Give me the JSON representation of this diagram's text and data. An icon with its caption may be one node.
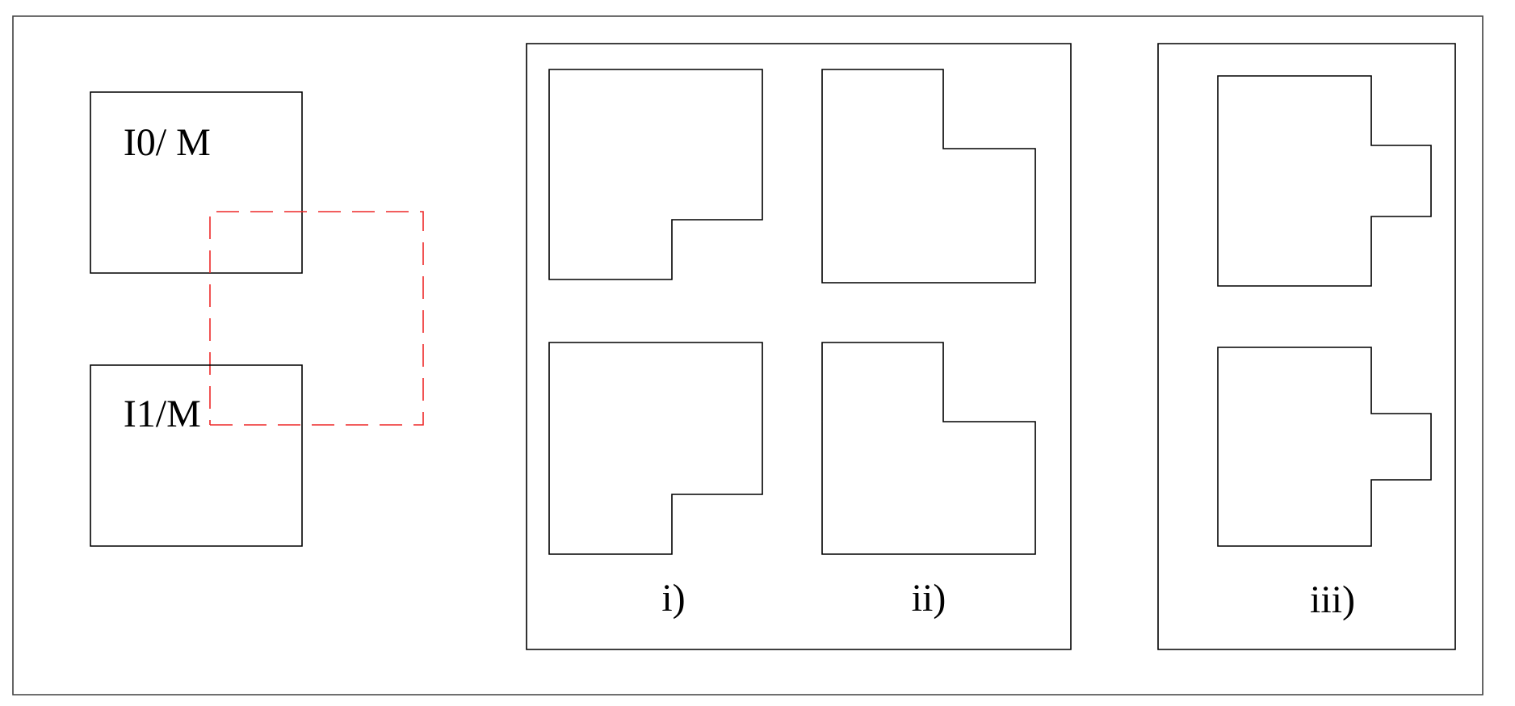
{
  "diagram": {
    "nodes": [
      {
        "text": [
          "I0/ M"
        ]
      },
      {
        "text": [],
        "shape": "box"
      },
      {
        "text": [
          "I1/M"
        ]
      },
      {
        "text": [
          "i)",
          "ii)"
        ]
      },
      {
        "text": [],
        "shape": "polygon",
        "in": 3
      },
      {
        "text": [],
        "shape": "polygon",
        "in": 3
      },
      {
        "text": [],
        "shape": "polygon",
        "in": 3
      },
      {
        "text": [],
        "shape": "polygon",
        "in": 3
      },
      {
        "text": [
          "iii)"
        ]
      },
      {
        "text": [],
        "shape": "polygon",
        "in": 8
      },
      {
        "text": [],
        "shape": "polygon",
        "in": 8
      }
    ]
  }
}
